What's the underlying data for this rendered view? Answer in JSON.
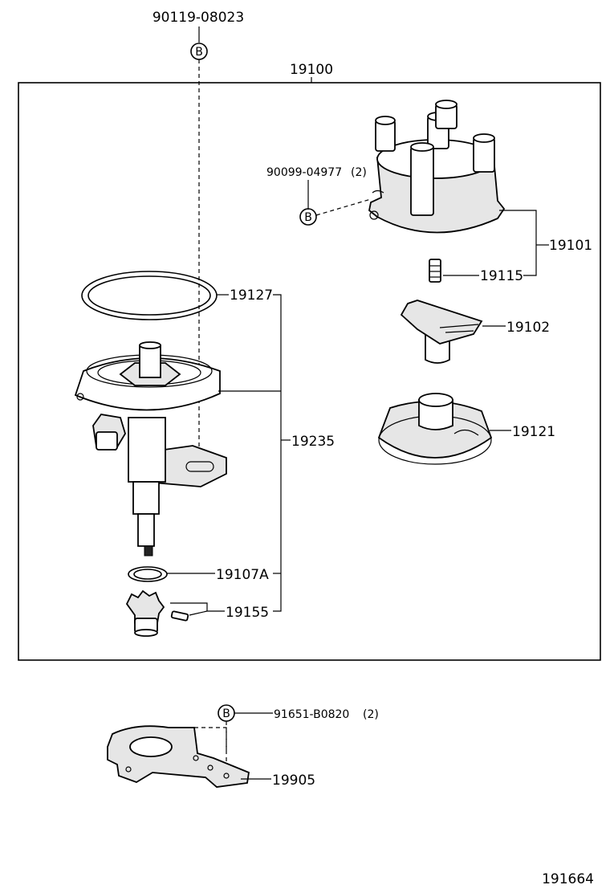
{
  "diagram": {
    "assembly_number": "19100",
    "figure_number": "191664",
    "bolt_marker": "B",
    "callouts": {
      "top_bolt": "90119-08023",
      "cap_screw": "90099-04977",
      "cap_screw_qty": "(2)",
      "cap": "19101",
      "spring": "19115",
      "rotor": "19102",
      "dust_cover": "19121",
      "o_ring_large": "19127",
      "housing": "19235",
      "o_ring_small": "19107A",
      "gear": "19155",
      "bracket_bolt": "91651-B0820",
      "bracket_bolt_qty": "(2)",
      "bracket": "19905"
    }
  }
}
